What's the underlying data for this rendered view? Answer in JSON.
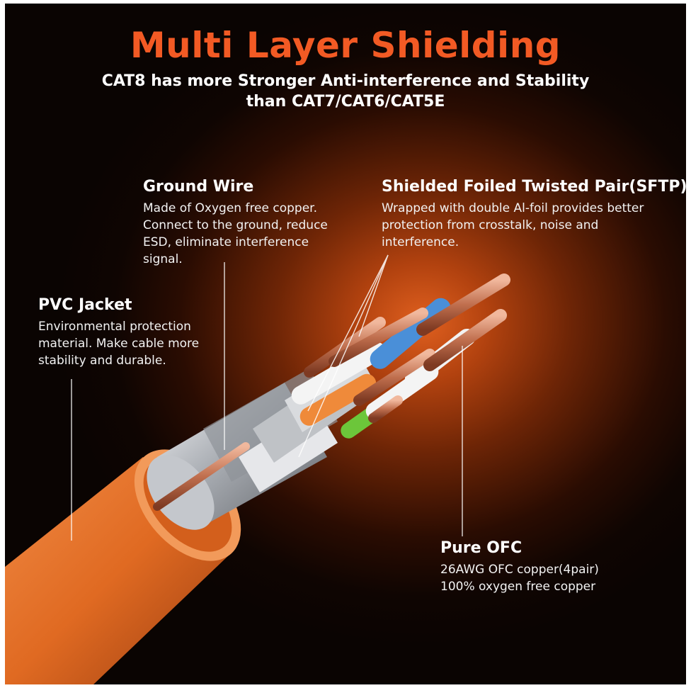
{
  "title": "Multi Layer Shielding",
  "subtitle_line1": "CAT8 has more Stronger Anti-interference and Stability",
  "subtitle_line2": "than CAT7/CAT6/CAT5E",
  "labels": {
    "ground_wire": {
      "heading": "Ground Wire",
      "lines": [
        "Made of Oxygen free copper.",
        "Connect to the ground, reduce",
        "ESD, eliminate interference",
        "signal."
      ]
    },
    "sftp": {
      "heading": "Shielded Foiled Twisted Pair(SFTP)",
      "lines": [
        "Wrapped with double Al-foil provides better",
        "protection from crosstalk, noise and",
        "interference."
      ]
    },
    "pvc_jacket": {
      "heading": "PVC Jacket",
      "lines": [
        "Environmental protection",
        "material. Make cable more",
        "stability and durable."
      ]
    },
    "pure_ofc": {
      "heading": "Pure OFC",
      "lines": [
        "26AWG OFC copper(4pair)",
        "100% oxygen free copper"
      ]
    }
  },
  "colors": {
    "title": "#f25a24",
    "jacket": "#e8742e",
    "copper": "#c8775a",
    "foil": "#d0d2d6",
    "pair_blue": "#4a8fd8",
    "pair_orange": "#ef8a3a",
    "pair_green": "#6cc63a"
  }
}
